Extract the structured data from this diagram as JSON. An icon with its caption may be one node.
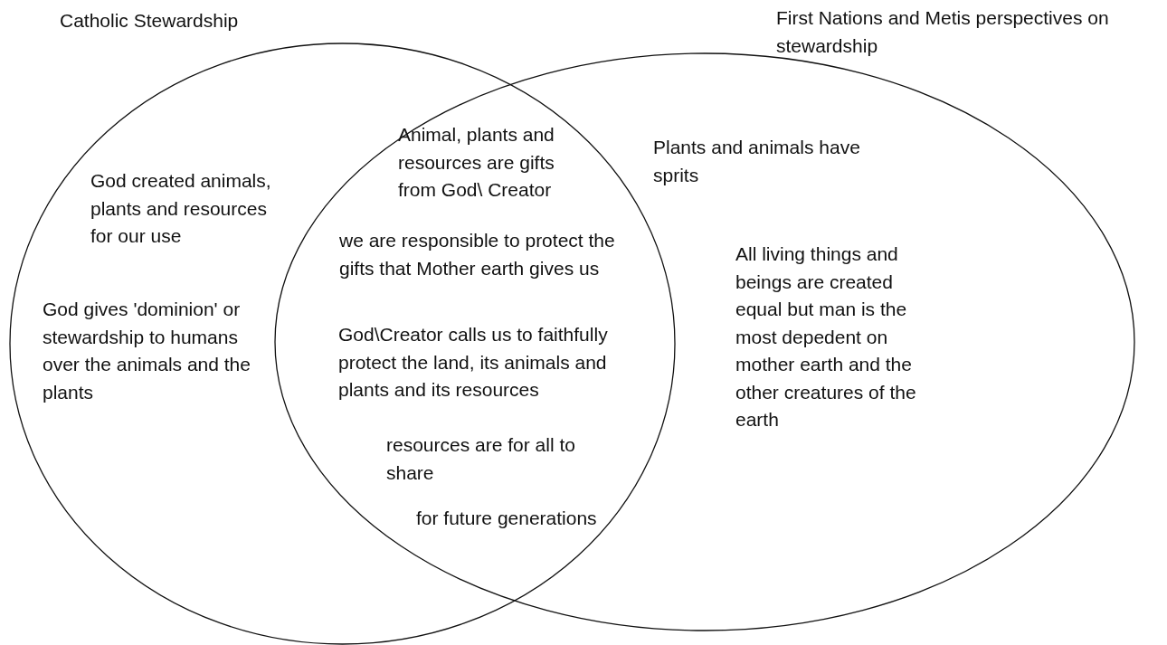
{
  "diagram": {
    "nodes": [
      {
        "text": [
          "Catholic Stewardship",
          "God created animals, plants and resources for our use",
          "God gives 'dominion' or stewardship to humans over the animals and the plants"
        ]
      },
      {
        "text": [
          "First Nations and Metis perspectives on stewardship",
          "Plants and animals have sprits",
          "All living things and beings are created equal but man is the most depedent on mother earth and the other creatures of the earth"
        ]
      }
    ],
    "edges": [],
    "labels": [
      "Animal, plants and resources are gifts from God\\ Creator",
      "we are responsible to protect the gifts that Mother earth gives us",
      "God\\Creator calls us to faithfully protect the land, its animals and plants and its resources",
      "resources are for all to share",
      "for future generations"
    ]
  }
}
